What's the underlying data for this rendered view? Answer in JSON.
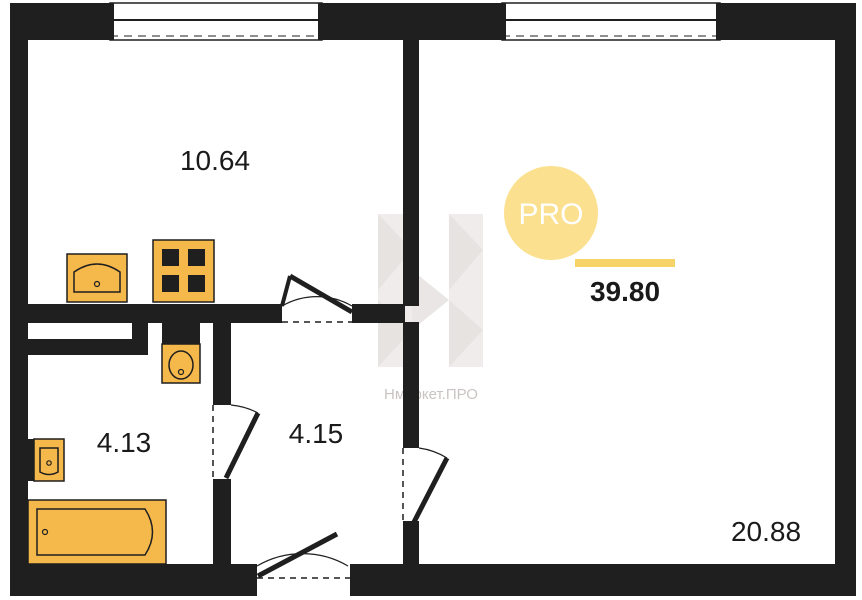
{
  "rooms": [
    {
      "id": "kitchen",
      "area": "10.64"
    },
    {
      "id": "bathroom",
      "area": "4.13"
    },
    {
      "id": "hallway",
      "area": "4.15"
    },
    {
      "id": "living-room",
      "area": "20.88"
    }
  ],
  "total_area": "39.80",
  "badge": {
    "text": "PRO"
  },
  "watermark": {
    "text": "Нмаркет.ПРО"
  },
  "colors": {
    "wall": "#1f1f1f",
    "fixture": "#f5b84a",
    "badge": "#fbe08f",
    "accent_bar": "#f7d46a",
    "watermark": "#c9c4c2"
  },
  "icons": [
    "window",
    "door",
    "kitchen-sink-icon",
    "stove-icon",
    "toilet-icon",
    "washbasin-icon",
    "bathtub-icon",
    "watermark-logo"
  ]
}
